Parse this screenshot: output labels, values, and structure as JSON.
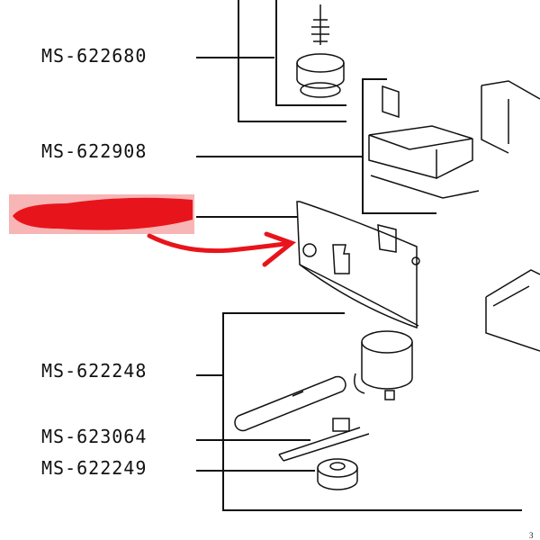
{
  "parts": [
    {
      "label": "MS-622680"
    },
    {
      "label": "MS-622908"
    },
    {
      "label": "MS-622248"
    },
    {
      "label": "MS-623064"
    },
    {
      "label": "MS-622249"
    }
  ],
  "colors": {
    "redaction": "#e8141c",
    "line": "#111111"
  }
}
